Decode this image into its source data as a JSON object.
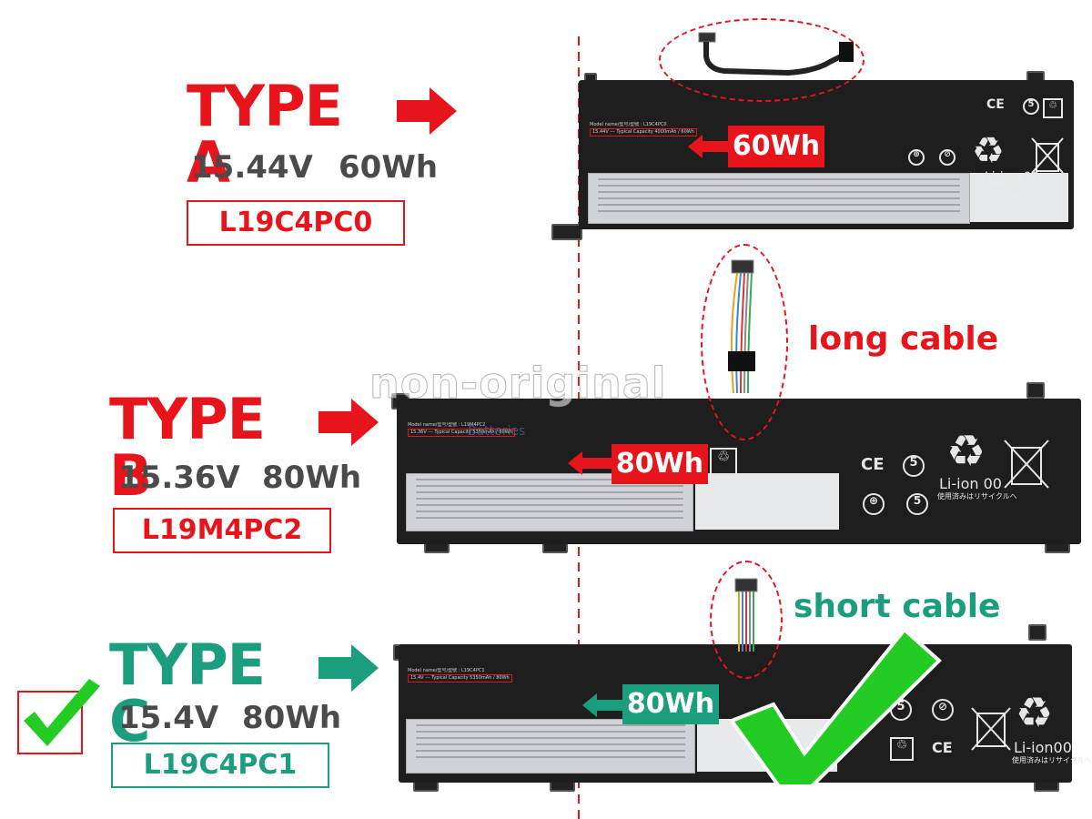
{
  "watermark": {
    "text": "non-original",
    "brand": "Batteries"
  },
  "type_a": {
    "title": "TYPE A",
    "voltage": "15.44V",
    "capacity": "60Wh",
    "model": "L19C4PC0",
    "badge": "60Wh",
    "label_model_line": "Model name/型号/型號 : L19C4PC0",
    "label_spec_line": "15.44V --- Typical Capacity 4000mAh / 60Wh"
  },
  "type_b": {
    "title": "TYPE B",
    "voltage": "15.36V",
    "capacity": "80Wh",
    "model": "L19M4PC2",
    "badge": "80Wh",
    "label_model_line": "Model name/型号/型號 : L19M4PC2",
    "label_spec_line": "15.36V --- Typical Capacity 5350mAh / 80Wh"
  },
  "type_c": {
    "title": "TYPE C",
    "voltage": "15.4V",
    "capacity": "80Wh",
    "model": "L19C4PC1",
    "badge": "80Wh",
    "label_model_line": "Model name/型号/型號 : L19C4PC1",
    "label_spec_line": "15.4V --- Typical Capacity 5350mAh / 80Wh"
  },
  "annotations": {
    "long_cable": "long cable",
    "short_cable": "short cable"
  },
  "battery_marks": {
    "liion": "Li-ion 00",
    "liion_c": "Li-ion00",
    "liion_jp": "使用済みはリサイクルへ",
    "ce": "CE"
  },
  "colors": {
    "red": "#e8141c",
    "green": "#1a9e7e",
    "check": "#22cc22"
  }
}
